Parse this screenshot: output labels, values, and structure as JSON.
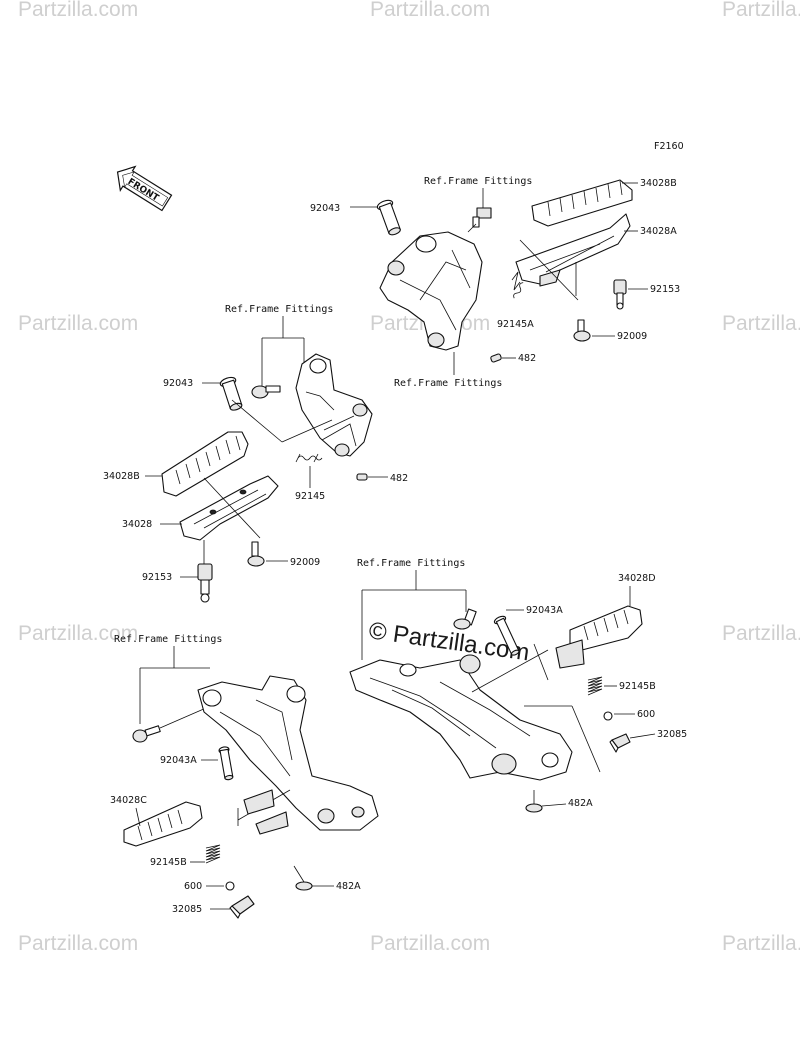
{
  "diagram_code": "F2160",
  "front_label": "FRONT",
  "watermark": {
    "brand": "Partzilla.com",
    "center_text": "© Partzilla.com"
  },
  "ref_label": "Ref.Frame Fittings",
  "parts": {
    "top_right": {
      "p92043": "92043",
      "p34028B": "34028B",
      "p34028A": "34028A",
      "p92153": "92153",
      "p92145A": "92145A",
      "p92009": "92009",
      "p482": "482"
    },
    "middle_left": {
      "p92043": "92043",
      "p34028B": "34028B",
      "p92145": "92145",
      "p482": "482",
      "p34028": "34028",
      "p92009": "92009",
      "p92153": "92153"
    },
    "bottom_right": {
      "p92043A": "92043A",
      "p34028D": "34028D",
      "p92145B": "92145B",
      "p600": "600",
      "p32085": "32085",
      "p482A": "482A"
    },
    "bottom_left": {
      "p92043A": "92043A",
      "p34028C": "34028C",
      "p92145B": "92145B",
      "p600": "600",
      "p32085": "32085",
      "p482A": "482A"
    }
  }
}
